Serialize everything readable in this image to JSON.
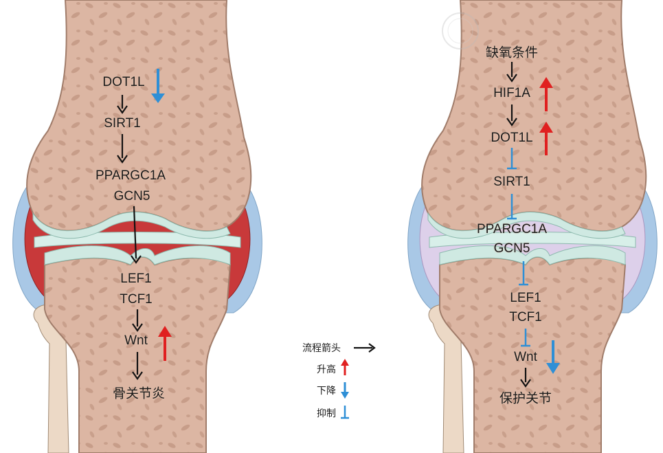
{
  "colors": {
    "bone": "#dcb6a3",
    "bone_edge": "#a07c6a",
    "cartilage": "#cfe9e2",
    "capsule_inflamed": "#c8393a",
    "capsule_normal": "#ddd0ea",
    "bursa": "#a9c8e6",
    "up": "#e02020",
    "down": "#2e8fd6",
    "flow": "#111111"
  },
  "left_knee": {
    "nodes": [
      "DOT1L",
      "SIRT1",
      "PPARGC1A",
      "GCN5",
      "LEF1",
      "TCF1",
      "Wnt",
      "骨关节炎"
    ]
  },
  "right_knee": {
    "nodes": [
      "缺氧条件",
      "HIF1A",
      "DOT1L",
      "SIRT1",
      "PPARGC1A",
      "GCN5",
      "LEF1",
      "TCF1",
      "Wnt",
      "保护关节"
    ]
  },
  "legend": {
    "flow": "流程箭头",
    "up": "升高",
    "down": "下降",
    "inhibit": "抑制"
  }
}
